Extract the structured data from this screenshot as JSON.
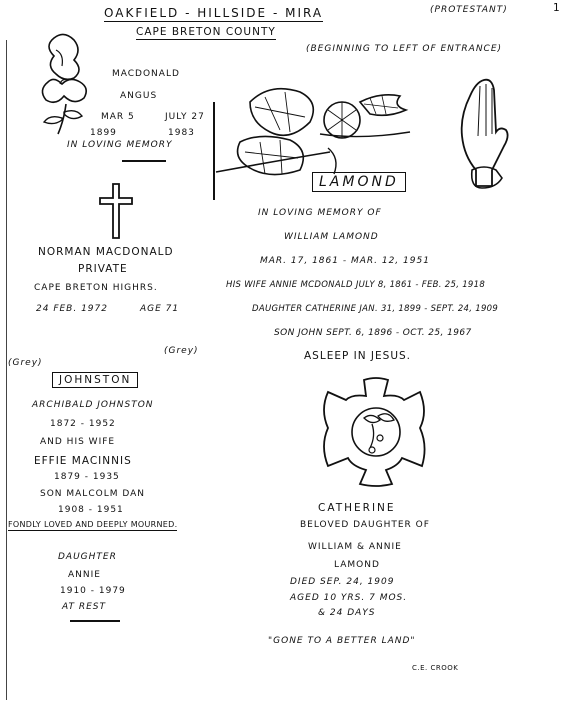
{
  "header": {
    "title": "OAKFIELD - HILLSIDE - MIRA",
    "denomination": "(PROTESTANT)",
    "page_number": "1",
    "county": "CAPE BRETON COUNTY",
    "note": "(BEGINNING TO LEFT OF ENTRANCE)"
  },
  "macdonald": {
    "surname": "MACDONALD",
    "given": "ANGUS",
    "born_date": "MAR 5",
    "born_year": "1899",
    "died_date": "JULY 27",
    "died_year": "1983",
    "epitaph": "IN LOVING MEMORY"
  },
  "norman": {
    "name": "NORMAN MACDONALD",
    "rank": "PRIVATE",
    "unit": "CAPE BRETON HIGHRS.",
    "death": "24 FEB. 1972",
    "age": "AGE 71"
  },
  "lamond": {
    "surname": "LAMOND",
    "l1": "IN LOVING MEMORY OF",
    "l2": "WILLIAM LAMOND",
    "l3": "MAR. 17, 1861 - MAR. 12, 1951",
    "l4": "HIS WIFE ANNIE MCDONALD JULY 8, 1861 - FEB. 25, 1918",
    "l5": "DAUGHTER CATHERINE JAN. 31, 1899 - SEPT. 24, 1909",
    "l6": "SON JOHN SEPT. 6, 1896 - OCT. 25, 1967",
    "l7": "ASLEEP IN JESUS."
  },
  "johnston": {
    "surname": "JOHNSTON",
    "side_left": "(Grey)",
    "side_right": "(Grey)",
    "l1": "ARCHIBALD JOHNSTON",
    "l2": "1872 - 1952",
    "l3": "AND HIS WIFE",
    "l4": "EFFIE MACINNIS",
    "l5": "1879 - 1935",
    "l6": "SON MALCOLM DAN",
    "l7": "1908 - 1951",
    "l8": "FONDLY LOVED AND DEEPLY MOURNED.",
    "l9": "DAUGHTER",
    "l10": "ANNIE",
    "l11": "1910 - 1979",
    "l12": "AT REST"
  },
  "catherine": {
    "l1": "CATHERINE",
    "l2": "BELOVED DAUGHTER OF",
    "l3": "WILLIAM & ANNIE",
    "l4": "LAMOND",
    "l5": "DIED SEP. 24, 1909",
    "l6": "AGED 10 YRS. 7 MOS.",
    "l7": "& 24 DAYS",
    "epitaph": "\"GONE TO A BETTER LAND\""
  },
  "signature": "C.E. CROOK"
}
